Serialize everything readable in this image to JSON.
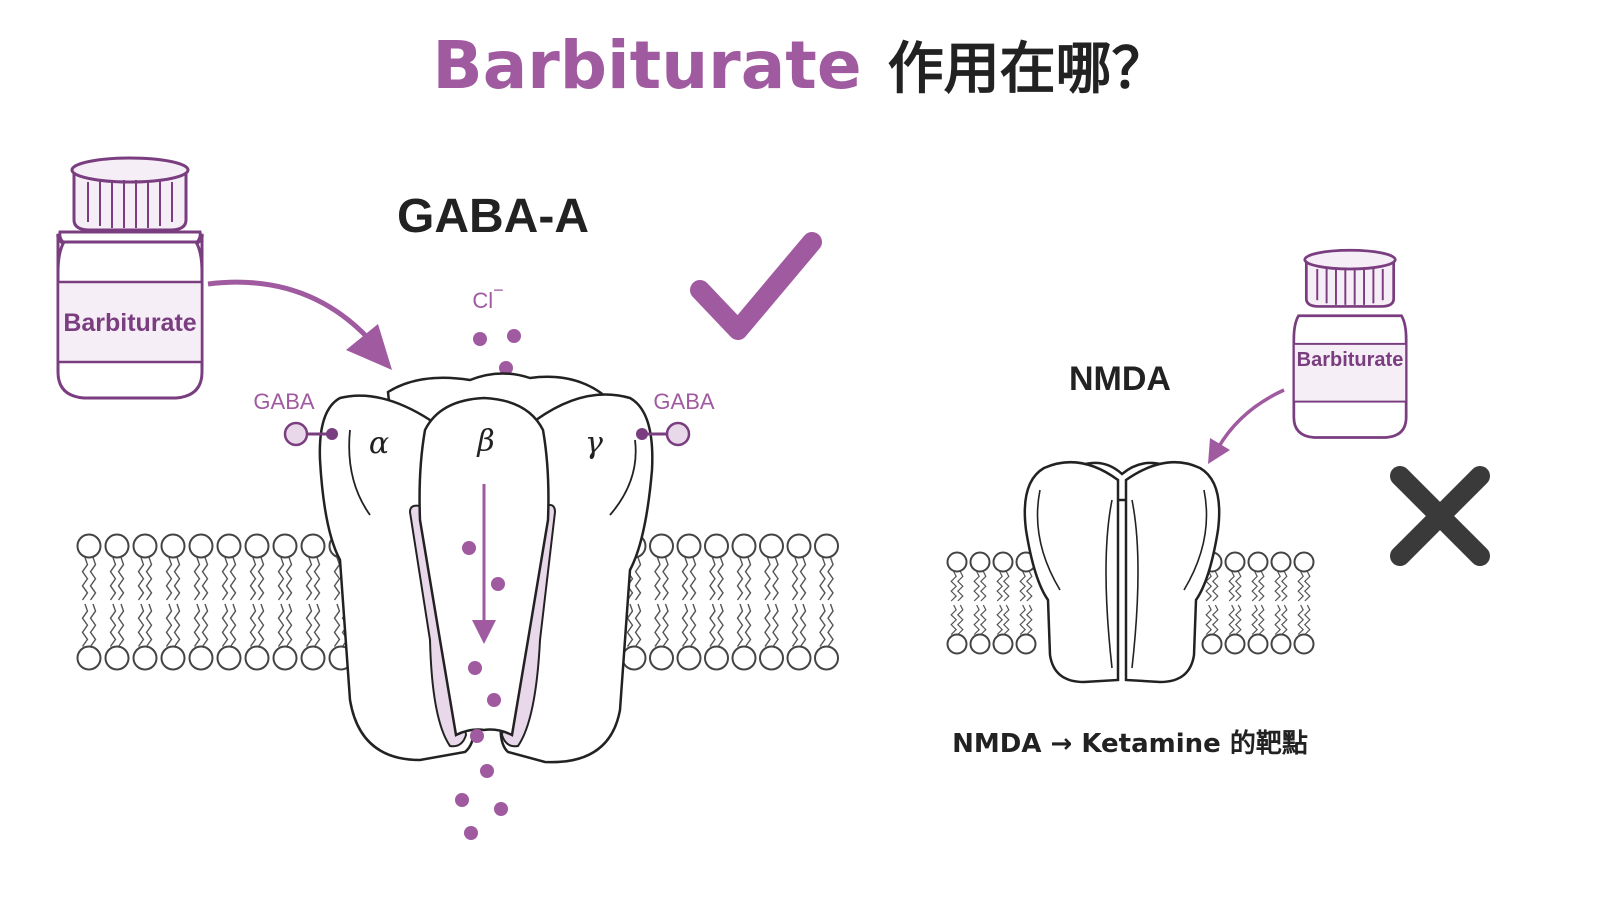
{
  "colors": {
    "accent": "#a05aa0",
    "accent_dark": "#7a3d7f",
    "accent_light": "#e9d8ea",
    "ink": "#222222",
    "mark_x": "#3a3a3a"
  },
  "title": {
    "drug": "Barbiturate",
    "question": "作用在哪？"
  },
  "gaba_panel": {
    "receptor_label": "GABA-A",
    "ion_label": "Cl",
    "ion_charge": "−",
    "ligand_left": "GABA",
    "ligand_right": "GABA",
    "subunits": [
      "α",
      "β",
      "γ"
    ],
    "bottle_label": "Barbiturate",
    "verdict_icon": "checkmark-icon"
  },
  "nmda_panel": {
    "receptor_label": "NMDA",
    "bottle_label": "Barbiturate",
    "caption": "NMDA → Ketamine 的靶點",
    "verdict_icon": "cross-icon"
  }
}
